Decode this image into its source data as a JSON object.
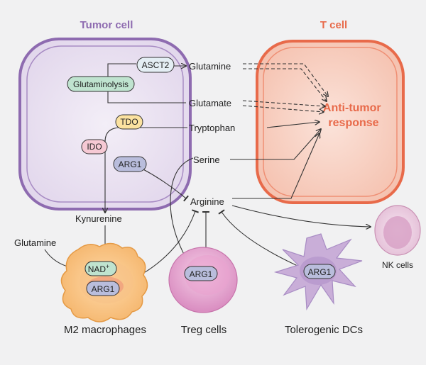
{
  "titles": {
    "tumor_cell": "Tumor cell",
    "t_cell": "T cell",
    "anti_tumor": [
      "Anti-tumor",
      "response"
    ]
  },
  "enzymes": {
    "asct2": "ASCT2",
    "glutaminolysis": "Glutaminolysis",
    "tdo": "TDO",
    "ido": "IDO",
    "arg1": "ARG1",
    "nad": "NAD",
    "nad_sup": "+"
  },
  "metabolites": {
    "glutamine": "Glutamine",
    "glutamate": "Glutamate",
    "tryptophan": "Tryptophan",
    "serine": "Serine",
    "arginine": "Arginine",
    "kynurenine": "Kynurenine",
    "glutamine_left": "Glutamine"
  },
  "cells": {
    "m2": "M2 macrophages",
    "treg": "Treg cells",
    "dcs": "Tolerogenic DCs",
    "nk": "NK cells"
  },
  "colors": {
    "tumor_purple": "#8e6bb0",
    "t_cell_orange": "#e86a4a",
    "t_cell_fill": "#f7c9b8"
  }
}
